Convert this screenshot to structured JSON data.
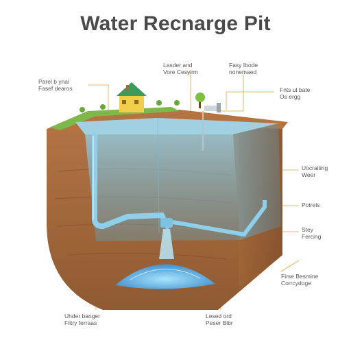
{
  "title": "Water Recnarge Pit",
  "labels": {
    "top_left": [
      "Parel b ynal",
      "Fasef dearos"
    ],
    "top_mid_left": [
      "Lasder and",
      "Vore Cesyirm"
    ],
    "top_mid_right": [
      "Fasy Ibode",
      "nonemaed"
    ],
    "right_top": [
      "Fnts ul bate",
      "Os ergg"
    ],
    "right_1": [
      "Uocraiting",
      "Weer"
    ],
    "right_2": [
      "Potrels"
    ],
    "right_3": [
      "Stey",
      "Fercing"
    ],
    "right_4": [
      "Firse Besmine",
      "Corrcydoge"
    ],
    "bottom_left": [
      "Uhder banger",
      "Flitry ferraas"
    ],
    "bottom_mid": [
      "Lesed ord",
      "Peser Bibr"
    ]
  },
  "colors": {
    "accent_line": "#e0a040",
    "soil": "#a0693c",
    "water": "#7cc7e6",
    "grass": "#7fb84a",
    "house": "#f2cf4a",
    "roof": "#3f9a5a"
  }
}
